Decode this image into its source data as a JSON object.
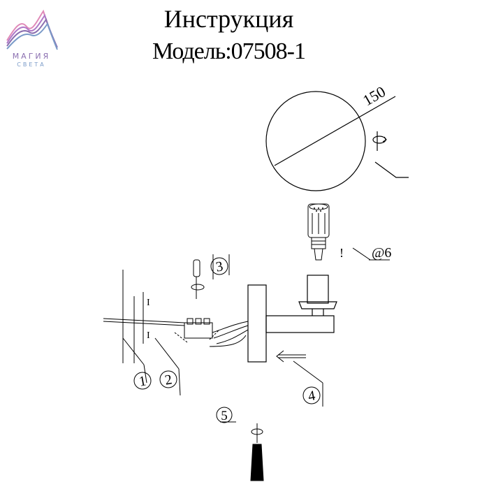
{
  "brand": {
    "name": "МАГИЯ",
    "subtitle": "СВЕТА"
  },
  "header": {
    "title": "Инструкция",
    "model": "Модель:07508-1"
  },
  "diagram": {
    "dimension": "150",
    "bulb_label": "@6",
    "warning_mark": "!",
    "steps": [
      "1",
      "2",
      "3",
      "4",
      "5"
    ],
    "wire_marks": [
      "I",
      "I"
    ]
  },
  "colors": {
    "brand_purple": "#8b6fb0",
    "brand_blue": "#7a9ac8",
    "brand_pink": "#e08ab8"
  }
}
